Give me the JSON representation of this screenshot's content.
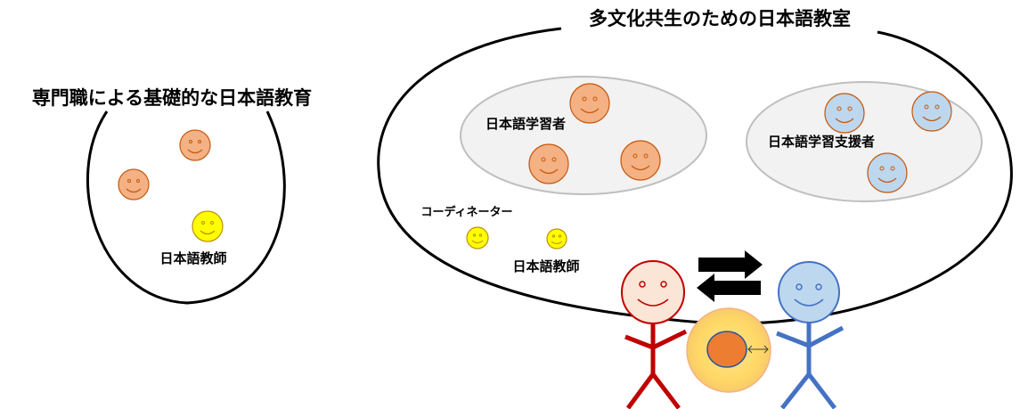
{
  "left_panel": {
    "title": "専門職による基礎的な日本語教育",
    "teacher_label": "日本語教師"
  },
  "right_panel": {
    "title": "多文化共生のための日本語教室",
    "learners_label": "日本語学習者",
    "supporters_label": "日本語学習支援者",
    "coordinator_label": "コーディネーター",
    "teacher_label": "日本語教師"
  },
  "colors": {
    "learner_face": "#F4B183",
    "learner_stroke": "#C55A11",
    "supporter_face": "#BDD7EE",
    "supporter_stroke": "#4472C4",
    "teacher_face": "#FFFF00",
    "teacher_stroke": "#BF9000",
    "red_figure": "#C00000",
    "red_face": "#FBE5D6",
    "blue_figure": "#4472C4",
    "overlap_glow": "#FFD966",
    "overlap_core": "#ED7D31",
    "group_fill": "#F2F2F2",
    "group_stroke": "#BFBFBF"
  },
  "icons": [
    "smiley-face-icon",
    "stick-figure-icon",
    "exchange-arrows-icon",
    "double-arrow-icon"
  ]
}
